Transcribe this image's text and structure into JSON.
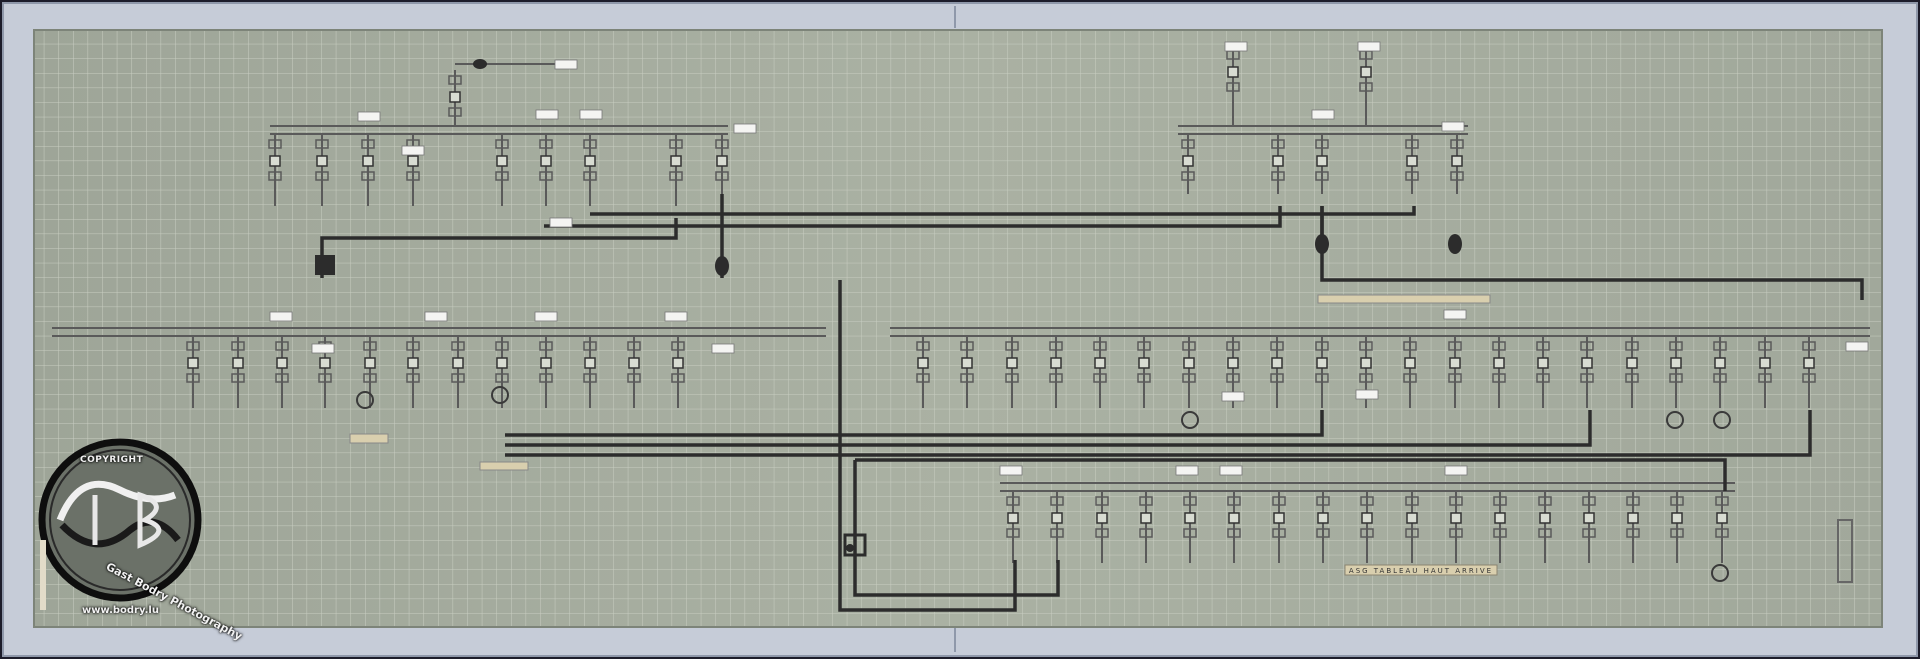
{
  "image": {
    "subject": "",
    "colors": {
      "panel": "#a7aea0",
      "grid_line": "#c9cec2",
      "frame": "#c6ccd8",
      "frame_dark": "#8f98aa",
      "line_dark": "#2c2c2c",
      "module": "#5a5a5a",
      "label_tag": "#f4f4f2",
      "plate": "#d9cfae"
    }
  },
  "watermark": {
    "copyright": "COPYRIGHT",
    "studio": "Gast Bodry Photography",
    "url": "www.bodry.lu",
    "logo_mark": "GB"
  },
  "plate": {
    "text": "ASG TABLEAU HAUT ARRIVE"
  }
}
